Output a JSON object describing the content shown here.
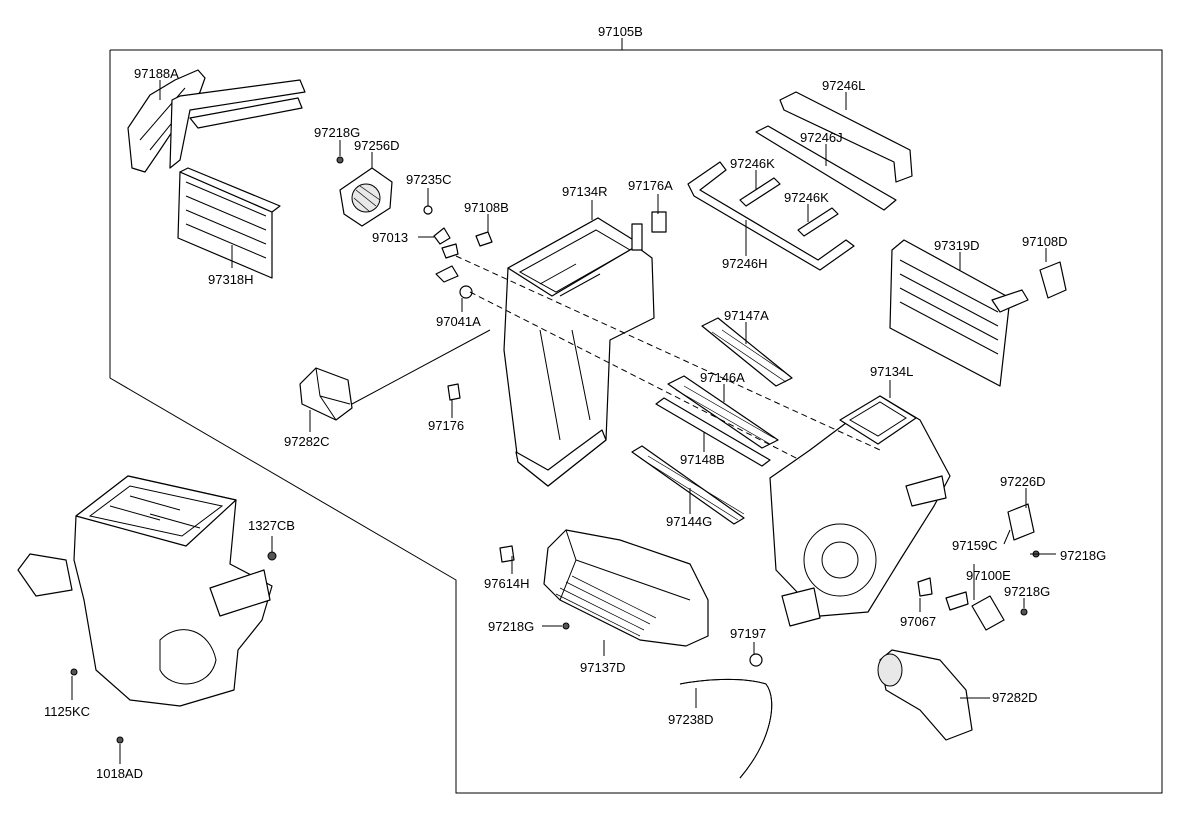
{
  "diagram": {
    "assembly_label": "97105B",
    "parts": {
      "p97188A": "97188A",
      "p97318H": "97318H",
      "p97218G_a": "97218G",
      "p97256D": "97256D",
      "p97235C": "97235C",
      "p97013": "97013",
      "p97108B": "97108B",
      "p97041A": "97041A",
      "p97134R": "97134R",
      "p97176A": "97176A",
      "p97246L": "97246L",
      "p97246J": "97246J",
      "p97246K_a": "97246K",
      "p97246K_b": "97246K",
      "p97246H": "97246H",
      "p97319D": "97319D",
      "p97108D": "97108D",
      "p97147A": "97147A",
      "p97146A": "97146A",
      "p97148B": "97148B",
      "p97144G": "97144G",
      "p97134L": "97134L",
      "p97282C": "97282C",
      "p97176": "97176",
      "p97226D": "97226D",
      "p97159C": "97159C",
      "p97218G_b": "97218G",
      "p97100E": "97100E",
      "p97218G_c": "97218G",
      "p97067": "97067",
      "p97614H": "97614H",
      "p97218G_d": "97218G",
      "p97137D": "97137D",
      "p97197": "97197",
      "p97238D": "97238D",
      "p97282D": "97282D",
      "p1327CB": "1327CB",
      "p1125KC": "1125KC",
      "p1018AD": "1018AD"
    }
  }
}
